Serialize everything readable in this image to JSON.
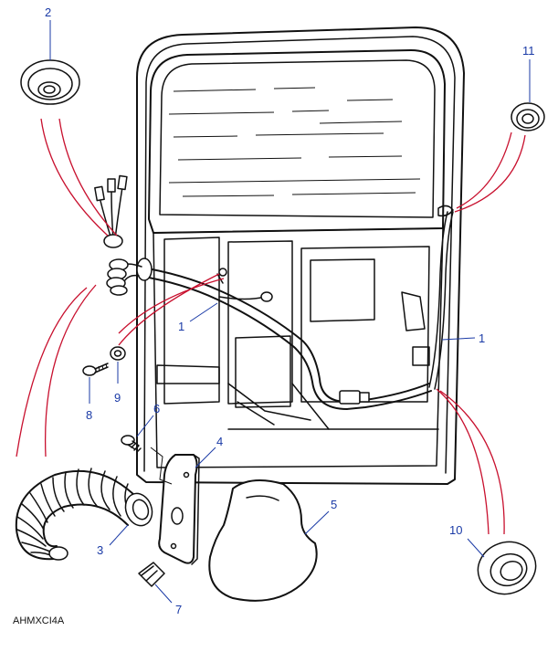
{
  "figure_ref": "AHMXCI4A",
  "callouts": [
    {
      "id": "c2",
      "text": "2"
    },
    {
      "id": "c11",
      "text": "11"
    },
    {
      "id": "c1a",
      "text": "1"
    },
    {
      "id": "c1b",
      "text": "1"
    },
    {
      "id": "c9",
      "text": "9"
    },
    {
      "id": "c8",
      "text": "8"
    },
    {
      "id": "c6",
      "text": "6"
    },
    {
      "id": "c4",
      "text": "4"
    },
    {
      "id": "c5",
      "text": "5"
    },
    {
      "id": "c3",
      "text": "3"
    },
    {
      "id": "c7",
      "text": "7"
    },
    {
      "id": "c10",
      "text": "10"
    }
  ],
  "colors": {
    "callout": "#1a3aa6",
    "highlight_lines": "#c8102e",
    "line_art": "#111111"
  }
}
